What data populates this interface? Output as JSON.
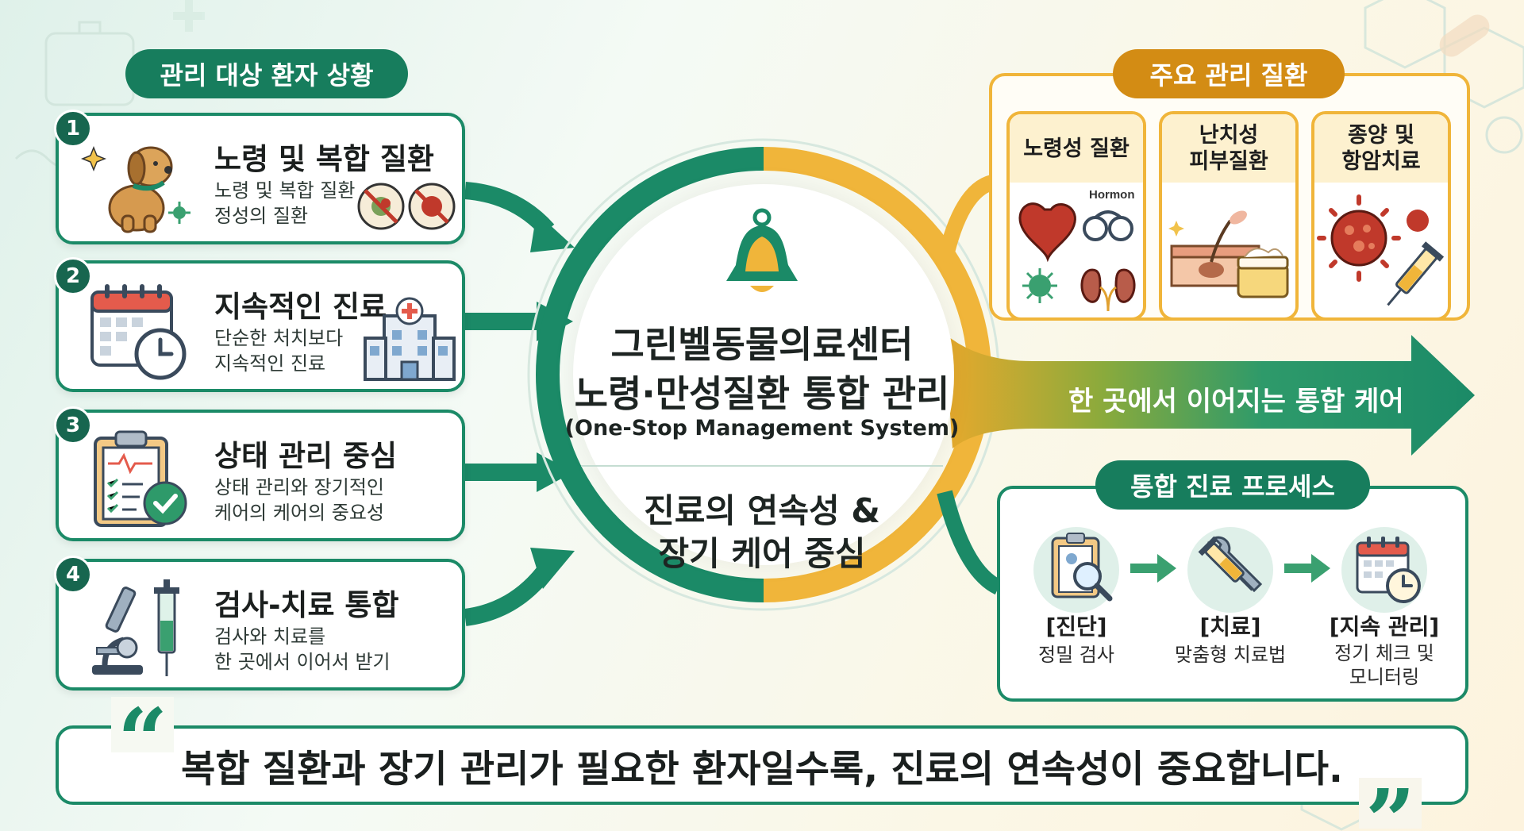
{
  "colors": {
    "green": "#1b8a67",
    "dark_green": "#177d5d",
    "orange": "#f0b53a",
    "dark_orange": "#d38c14"
  },
  "left_panel": {
    "header": "관리 대상 환자 상황",
    "cards": [
      {
        "num": "1",
        "title": "노령 및 복합 질환",
        "desc_line1": "노령 및 복합 질환",
        "desc_line2": "정성의 질환",
        "icon": "dog-icon"
      },
      {
        "num": "2",
        "title": "지속적인 진료",
        "desc_line1": "단순한 처치보다",
        "desc_line2": "지속적인 진료",
        "icon": "calendar-clock-icon"
      },
      {
        "num": "3",
        "title": "상태 관리 중심",
        "desc_line1": "상태 관리와 장기적인",
        "desc_line2": "케어의 케어의 중요성",
        "icon": "clipboard-check-icon"
      },
      {
        "num": "4",
        "title": "검사-치료 통합",
        "desc_line1": "검사와 치료를",
        "desc_line2": "한 곳에서 이어서 받기",
        "icon": "microscope-syringe-icon"
      }
    ]
  },
  "center": {
    "title_line1": "그린벨동물의료센터",
    "title_line2": "노령·만성질환 통합 관리",
    "subtitle": "(One-Stop Management System)",
    "focus_line1": "진료의 연속성 &",
    "focus_line2": "장기 케어 중심",
    "icon": "bell-icon"
  },
  "right_top": {
    "header": "주요 관리 질환",
    "cards": [
      {
        "title_line1": "노령성 질환",
        "title_line2": "",
        "hormone_label": "Hormon"
      },
      {
        "title_line1": "난치성",
        "title_line2": "피부질환"
      },
      {
        "title_line1": "종양 및",
        "title_line2": "항암치료"
      }
    ]
  },
  "arrow_text": "한 곳에서 이어지는 통합 케어",
  "right_bottom": {
    "header": "통합 진료 프로세스",
    "steps": [
      {
        "label": "[진단]",
        "desc_line1": "정밀 검사",
        "desc_line2": ""
      },
      {
        "label": "[치료]",
        "desc_line1": "맞춤형 치료법",
        "desc_line2": ""
      },
      {
        "label": "[지속 관리]",
        "desc_line1": "정기 체크 및",
        "desc_line2": "모니터링"
      }
    ]
  },
  "quote": {
    "open_mark": "“",
    "close_mark": "”",
    "text": "복합 질환과 장기 관리가 필요한 환자일수록, 진료의 연속성이 중요합니다."
  }
}
